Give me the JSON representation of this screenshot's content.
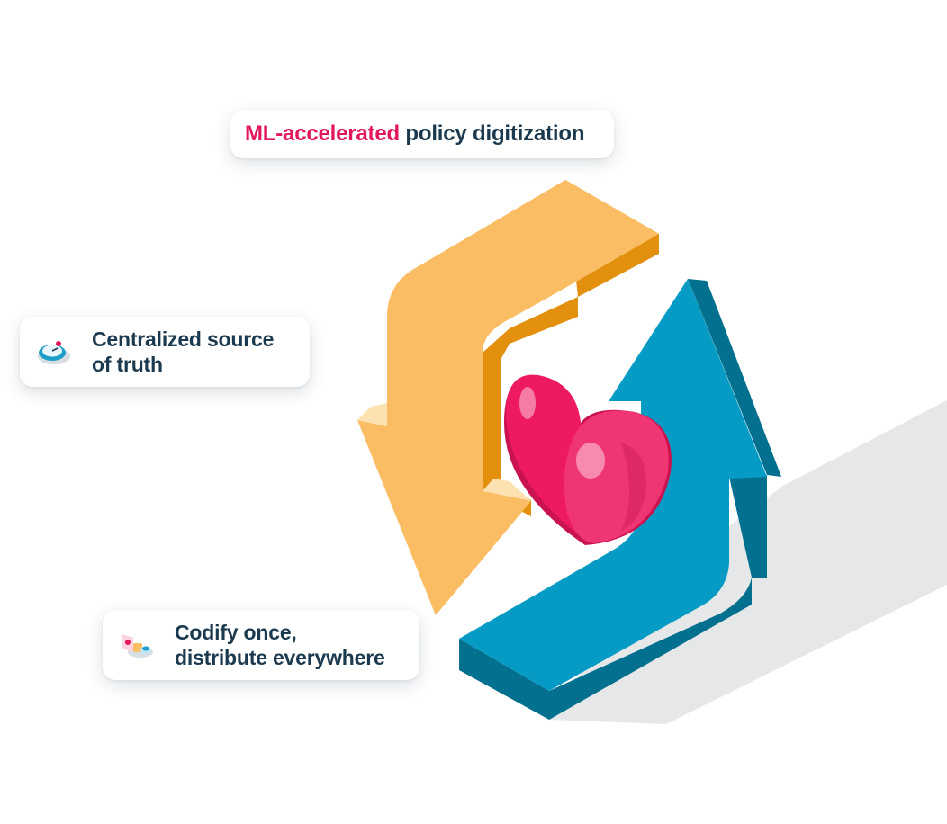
{
  "top_card": {
    "highlight": "ML-accelerated",
    "rest": "policy digitization",
    "accent_color": "#e2185b"
  },
  "left_card": {
    "icon": "stopwatch-icon",
    "line1": "Centralized source",
    "line2": "of truth"
  },
  "bottom_card": {
    "icon": "distribution-icon",
    "line1": "Codify once,",
    "line2": "distribute everywhere"
  },
  "colors": {
    "text": "#1c3a4f",
    "accent": "#e2185b",
    "orange_arrow": "#fbbd63",
    "blue_arrow": "#069bc5",
    "heart": "#ed1a63"
  }
}
